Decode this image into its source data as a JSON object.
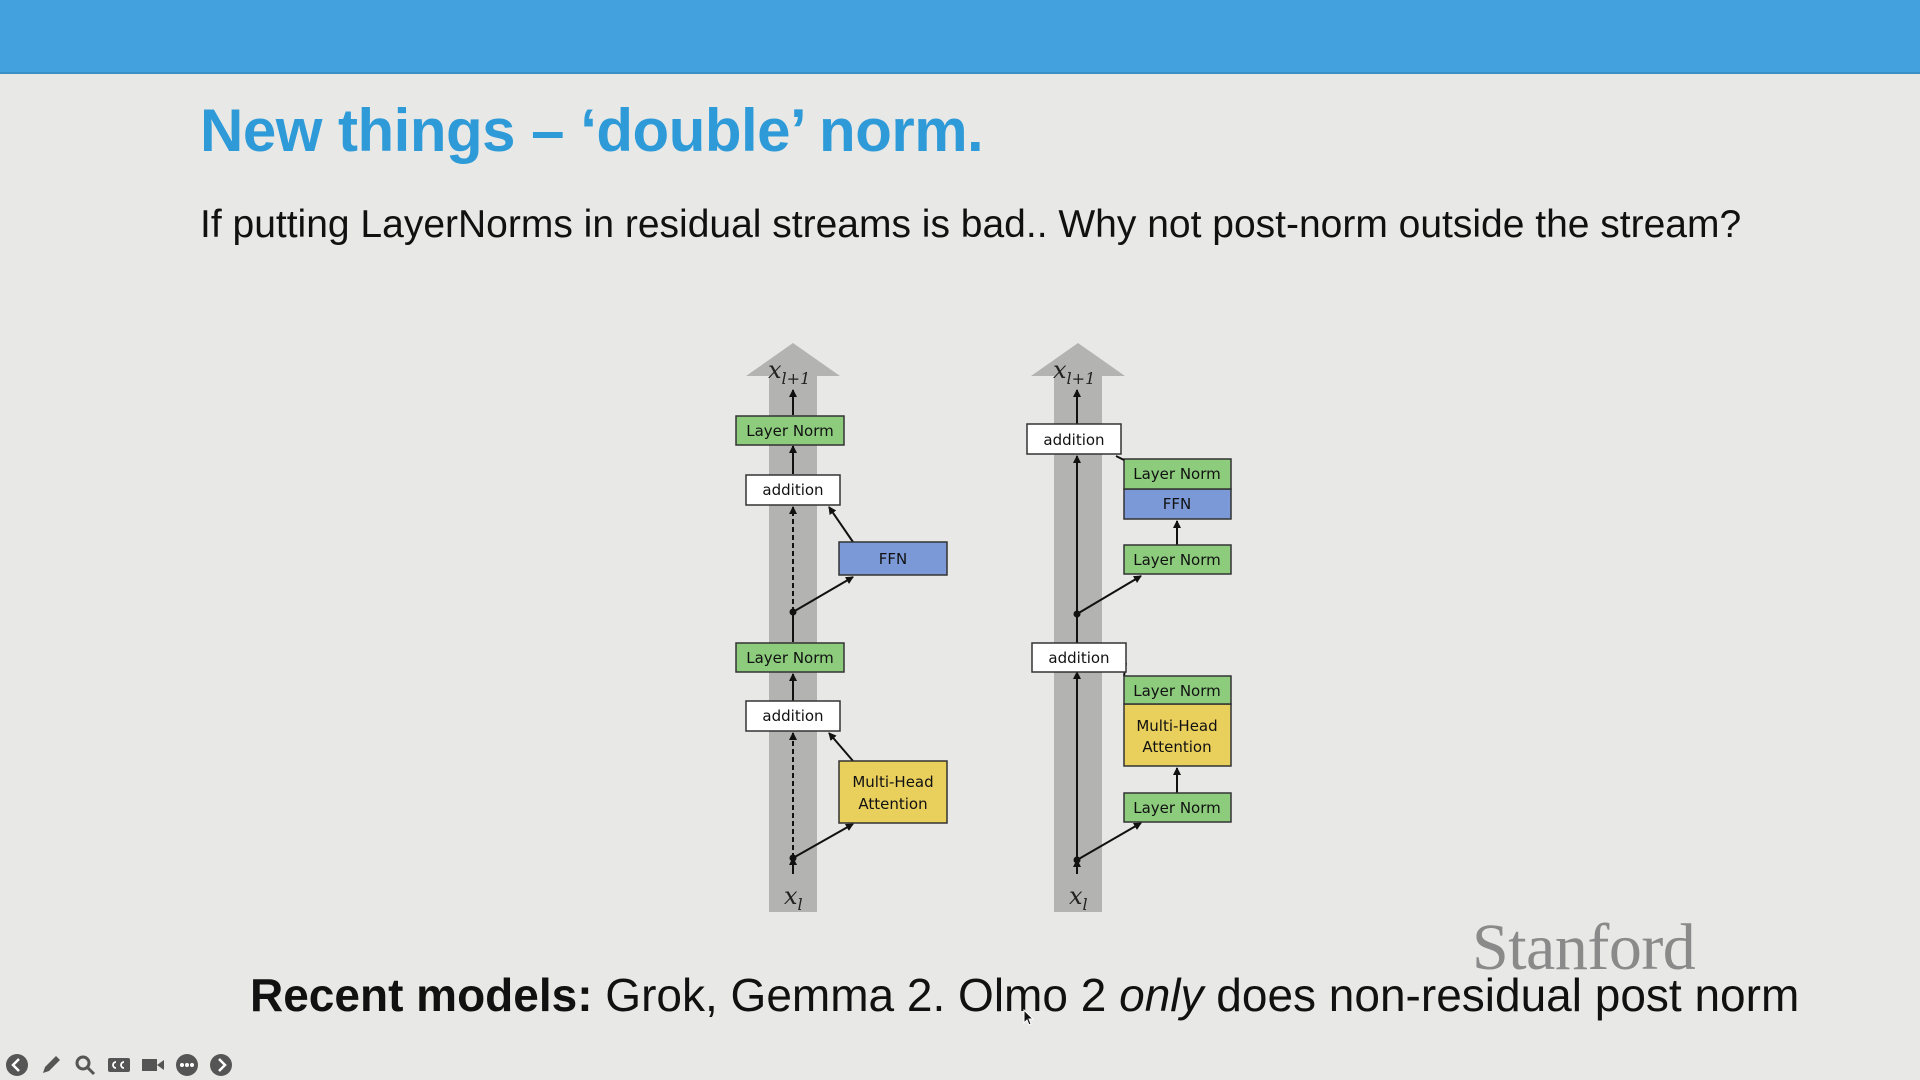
{
  "slide": {
    "title": "New things – ‘double’ norm.",
    "subtitle": "If putting LayerNorms in residual streams is bad.. Why not post-norm outside the stream?",
    "logo_text": "Stanford",
    "recent": {
      "lead": "Recent models:",
      "part1": " Grok, Gemma 2. Olmo 2 ",
      "emphasis": "only",
      "part2": " does non-residual post norm"
    }
  },
  "diagram": {
    "left": {
      "top_label": "x",
      "top_sub": "l+1",
      "bottom_label": "x",
      "bottom_sub": "l",
      "layer_norm_top": "Layer Norm",
      "addition_top": "addition",
      "ffn": "FFN",
      "layer_norm_mid": "Layer Norm",
      "addition_bottom": "addition",
      "mha_line1": "Multi-Head",
      "mha_line2": "Attention"
    },
    "right": {
      "top_label": "x",
      "top_sub": "l+1",
      "bottom_label": "x",
      "bottom_sub": "l",
      "addition_top": "addition",
      "ffn_post_norm": "Layer Norm",
      "ffn": "FFN",
      "ffn_pre_norm": "Layer Norm",
      "addition_bottom": "addition",
      "mha_post_norm": "Layer Norm",
      "mha_line1": "Multi-Head",
      "mha_line2": "Attention",
      "mha_pre_norm": "Layer Norm"
    }
  },
  "colors": {
    "top_bar": "#43a2de",
    "title": "#2f9ad8",
    "layer_norm": "#8ccc7c",
    "ffn": "#7b99d6",
    "attention": "#e9cf5c",
    "residual_stream": "#b3b3b1"
  },
  "player_controls": [
    "previous-icon",
    "pen-icon",
    "zoom-icon",
    "captions-icon",
    "camera-icon",
    "more-icon",
    "next-icon"
  ]
}
